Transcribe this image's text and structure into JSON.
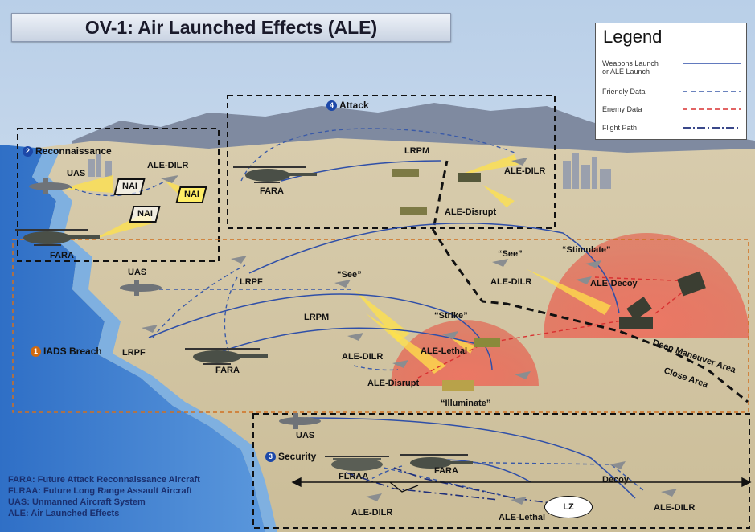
{
  "title": "OV-1: Air Launched Effects (ALE)",
  "legend": {
    "title": "Legend",
    "items": [
      {
        "label": "Weapons Launch or ALE Launch",
        "line1": "Weapons Launch",
        "line2": "or ALE Launch",
        "style": "solid",
        "color": "#2f4fa8"
      },
      {
        "label": "Friendly Data",
        "style": "dashed",
        "color": "#3a5aa8"
      },
      {
        "label": "Enemy Data",
        "style": "dashed",
        "color": "#d83030"
      },
      {
        "label": "Flight Path",
        "style": "dash-dot",
        "color": "#1f2f7a"
      }
    ]
  },
  "areas": {
    "reconnaissance": {
      "num": "2",
      "label": "Reconnaissance"
    },
    "attack": {
      "num": "4",
      "label": "Attack"
    },
    "iads": {
      "num": "1",
      "label": "IADS Breach"
    },
    "security": {
      "num": "3",
      "label": "Security"
    }
  },
  "zones": {
    "deep": "Deep Maneuver Area",
    "close": "Close Area"
  },
  "nai": [
    "NAI",
    "NAI",
    "NAI"
  ],
  "labels": {
    "recon_uas": "UAS",
    "recon_ale_dilr": "ALE-DILR",
    "recon_fara": "FARA",
    "attack_fara": "FARA",
    "attack_lrpm": "LRPM",
    "attack_ale_dilr": "ALE-DILR",
    "attack_ale_disrupt": "ALE-Disrupt",
    "stimulate": "“Stimulate”",
    "see_right": "“See”",
    "ale_dilr_right": "ALE-DILR",
    "ale_decoy": "ALE-Decoy",
    "uas_mid": "UAS",
    "lrpf_upper": "LRPF",
    "see_mid": "“See”",
    "lrpm_mid": "LRPM",
    "strike": "“Strike”",
    "ale_dilr_mid": "ALE-DILR",
    "ale_lethal_mid": "ALE-Lethal",
    "ale_disrupt_mid": "ALE-Disrupt",
    "illuminate": "“Illuminate”",
    "lrpf_lower": "LRPF",
    "fara_mid": "FARA",
    "uas_security": "UAS",
    "flraa": "FLRAA",
    "fara_security": "FARA",
    "decoy": "Decoy",
    "ale_dilr_sec_left": "ALE-DILR",
    "ale_lethal_sec": "ALE-Lethal",
    "ale_dilr_sec_right": "ALE-DILR",
    "lz": "LZ"
  },
  "abbreviations": [
    "FARA: Future Attack Reconnaissance Aircraft",
    "FLRAA: Future Long Range Assault Aircraft",
    "UAS: Unmanned Aircraft System",
    "ALE: Air Launched Effects"
  ],
  "colors": {
    "ocean": "#3f7fd0",
    "sky": "#c8d9ec",
    "terrain": "#d6c9a7",
    "threat_dome": "#e8483c",
    "sensor_beam": "#ffe14a",
    "launch_line": "#2f4fa8"
  }
}
